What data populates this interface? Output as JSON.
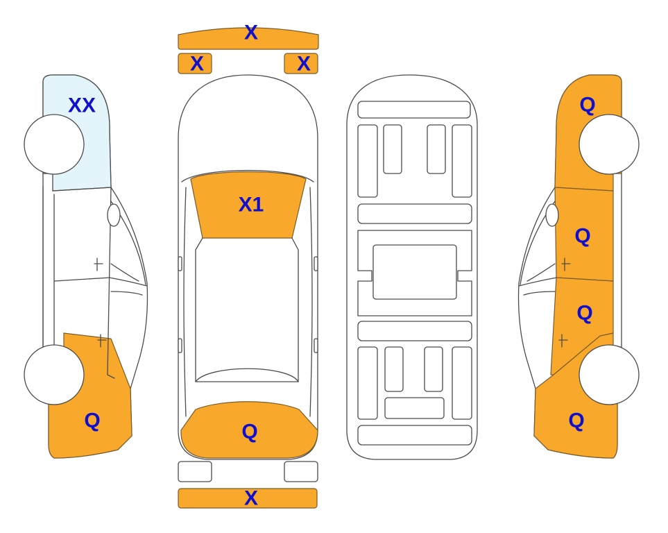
{
  "colors": {
    "marked": "#f8a92b",
    "marked_stroke": "#7a5b2b",
    "glass": "#e3f5fb",
    "label": "#1010cc",
    "outline": "#4a4a4a",
    "background": "#ffffff"
  },
  "marks": {
    "front_bumper": "X",
    "left_headlight": "X",
    "right_headlight": "X",
    "windshield": "X1",
    "rear_window": "Q",
    "rear_bumper": "X",
    "left_front": "XX",
    "left_rear": "Q",
    "right_front": "Q",
    "right_front_door": "Q",
    "right_rear_door": "Q",
    "right_rear": "Q"
  }
}
